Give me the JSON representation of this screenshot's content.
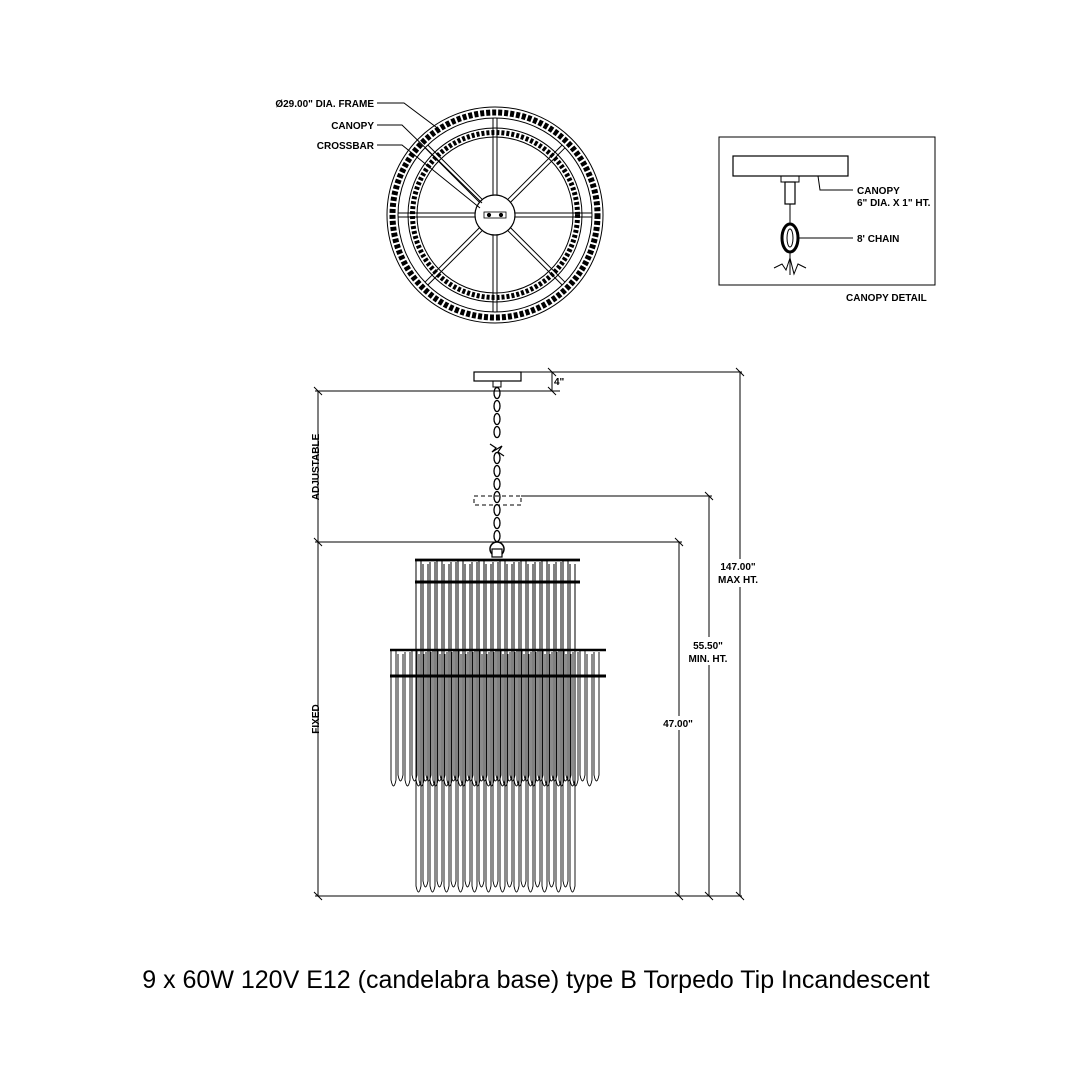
{
  "top_view": {
    "frame_label": "Ø29.00\" DIA. FRAME",
    "canopy_label": "CANOPY",
    "crossbar_label": "CROSSBAR"
  },
  "canopy_detail": {
    "canopy_label": "CANOPY",
    "canopy_size": "6\" DIA. X 1\" HT.",
    "chain_label": "8' CHAIN",
    "title": "CANOPY DETAIL"
  },
  "elevation": {
    "canopy_height": "4\"",
    "adjustable_label": "ADJUSTABLE",
    "fixed_label": "FIXED",
    "max_height_value": "147.00\"",
    "max_height_label": "MAX HT.",
    "min_height_value": "55.50\"",
    "min_height_label": "MIN. HT.",
    "body_height_value": "47.00\""
  },
  "caption": "9 x 60W 120V E12 (candelabra base) type B Torpedo Tip Incandescent"
}
